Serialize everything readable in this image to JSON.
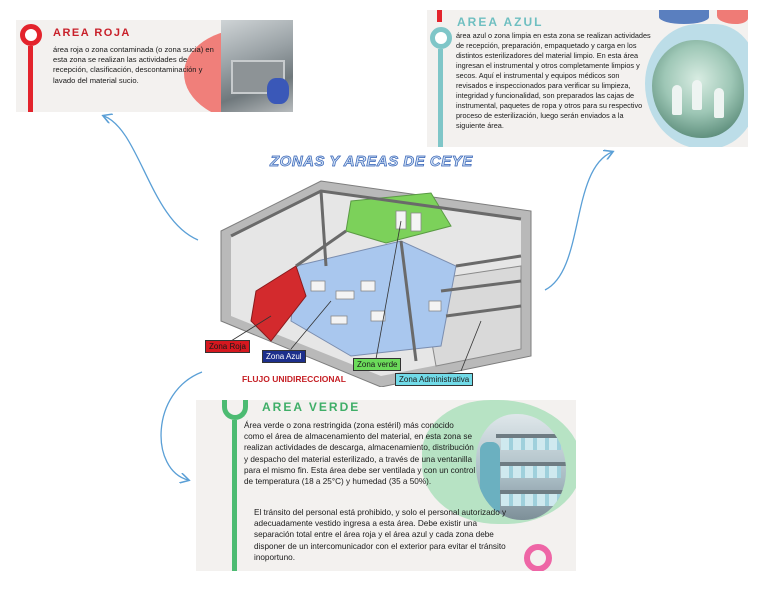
{
  "cards": {
    "roja": {
      "title": "AREA ROJA",
      "text": "área roja o zona contaminada (o zona sucia) en esta zona se realizan las actividades de recepción, clasificación, descontaminación y lavado del material sucio.",
      "color": "#e3232c"
    },
    "azul": {
      "title": "AREA AZUL",
      "text": "área azul o zona limpia en esta zona se realizan actividades de recepción, preparación, empaquetado y carga en los distintos esterilizadores del material limpio. En esta área ingresan el instrumental y otros completamente limpios y secos. Aquí el instrumental y equipos médicos son revisados e inspeccionados para verificar su limpieza, integridad y funcionalidad, son preparados las cajas de instrumental, paquetes de ropa y otros para su respectivo proceso de esterilización, luego serán enviados a la siguiente área.",
      "color": "#7fc6c8"
    },
    "verde": {
      "title": "AREA VERDE",
      "text": "Área verde o zona restringida (zona estéril) más conocido como el área de almacenamiento del material, en esta zona se realizan actividades de descarga, almacenamiento, distribución y despacho del material esterilizado, a través de una ventanilla para el mismo fin. Esta área debe ser ventilada y con un control de temperatura (18 a 25°C) y humedad (35 a 50%).",
      "text2": "El tránsito del personal está prohibido, y solo el personal autorizado y adecuadamente vestido ingresa a esta área. Debe existir una separación total entre el área roja y el área azul y cada zona debe disponer de un intercomunicador con el exterior para evitar el tránsito inoportuno.",
      "color": "#4cbb72"
    }
  },
  "diagram": {
    "title": "ZONAS Y AREAS DE CEYE",
    "labels": {
      "roja": "Zona Roja",
      "azul": "Zona Azul",
      "verde": "Zona verde",
      "admin": "Zona Administrativa"
    },
    "flow": "FLUJO UNIDIRECCIONAL"
  }
}
